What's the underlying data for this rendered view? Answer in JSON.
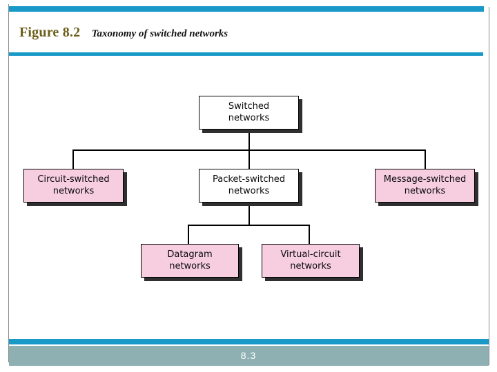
{
  "slide": {
    "figure_number": "Figure 8.2",
    "caption": "Taxonomy of switched networks",
    "page_number": "8.3"
  },
  "colors": {
    "accent_rule": "#1899c8",
    "footer_band": "#8fb0b2",
    "figure_number_text": "#6b5f19",
    "node_pink": "#f7cee0",
    "node_white": "#ffffff",
    "node_border": "#000000",
    "node_shadow": "#2f2f2f",
    "frame_line": "#8a8a8a"
  },
  "diagram": {
    "type": "tree",
    "title": "Taxonomy of switched networks",
    "nodes": [
      {
        "id": "switched",
        "line1": "Switched",
        "line2": "networks",
        "fill": "white",
        "level": 0
      },
      {
        "id": "circuit-switched",
        "line1": "Circuit-switched",
        "line2": "networks",
        "fill": "pink",
        "level": 1
      },
      {
        "id": "packet-switched",
        "line1": "Packet-switched",
        "line2": "networks",
        "fill": "white",
        "level": 1
      },
      {
        "id": "message-switched",
        "line1": "Message-switched",
        "line2": "networks",
        "fill": "pink",
        "level": 1
      },
      {
        "id": "datagram",
        "line1": "Datagram",
        "line2": "networks",
        "fill": "pink",
        "level": 2
      },
      {
        "id": "virtual-circuit",
        "line1": "Virtual-circuit",
        "line2": "networks",
        "fill": "pink",
        "level": 2
      }
    ],
    "edges": [
      {
        "from": "switched",
        "to": "circuit-switched"
      },
      {
        "from": "switched",
        "to": "packet-switched"
      },
      {
        "from": "switched",
        "to": "message-switched"
      },
      {
        "from": "packet-switched",
        "to": "datagram"
      },
      {
        "from": "packet-switched",
        "to": "virtual-circuit"
      }
    ]
  }
}
